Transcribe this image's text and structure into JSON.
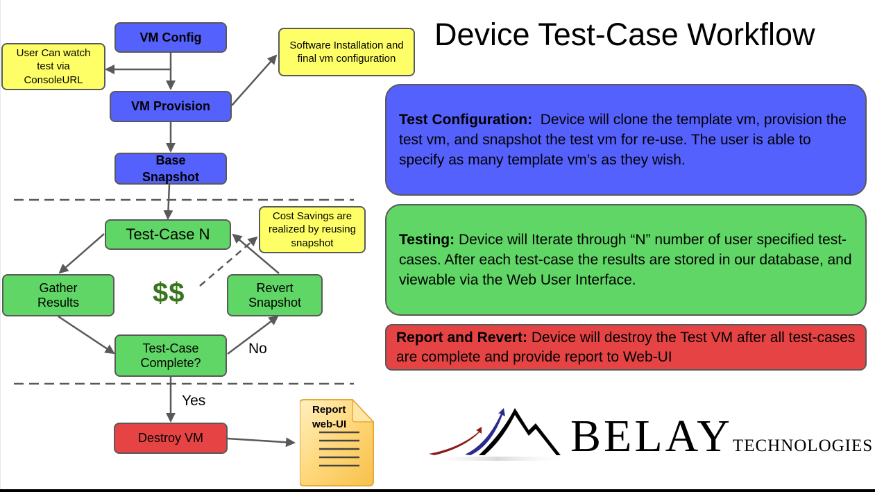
{
  "title": "Device Test-Case Workflow",
  "flowchart": {
    "nodes": {
      "vm_config": "VM Config",
      "vm_provision": "VM Provision",
      "base_snapshot": "Base Snapshot",
      "test_case_n": "Test-Case N",
      "gather_results": "Gather Results",
      "revert_snapshot": "Revert Snapshot",
      "test_case_complete": "Test-Case Complete?",
      "destroy_vm": "Destroy VM"
    },
    "notes": {
      "console_url": "User Can watch test via ConsoleURL",
      "software_install": "Software Installation and final vm configuration",
      "cost_savings": "Cost Savings are realized by reusing snapshot"
    },
    "edge_labels": {
      "no": "No",
      "yes": "Yes"
    },
    "dollar_sign": "$$",
    "report_document": {
      "line1": "Report",
      "line2": "web-UI"
    }
  },
  "panels": {
    "test_configuration": {
      "heading": "Test Configuration:",
      "body": "Device will clone the template vm, provision the test vm, and snapshot the test vm for re-use. The user is able to specify as many template vm’s as they wish."
    },
    "testing": {
      "heading": "Testing:",
      "body": "Device will Iterate through “N” number of user specified test-cases. After each test-case the results are stored in our database, and viewable via the Web User Interface."
    },
    "report_and_revert": {
      "heading": "Report and Revert:",
      "body": "Device will destroy the Test VM after all test-cases are complete and provide report to Web-UI"
    }
  },
  "logo": {
    "name": "BELAY",
    "suffix": "TECHNOLOGIES"
  },
  "colors": {
    "config_blue": "#5561fd",
    "testing_green": "#5fd665",
    "report_red": "#e64444",
    "note_yellow": "#feff66",
    "dollar_green": "#38761d"
  }
}
